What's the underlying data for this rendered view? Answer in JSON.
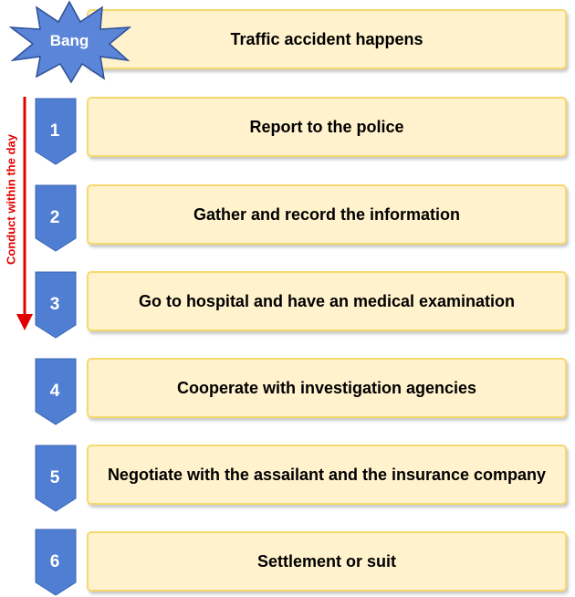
{
  "start": {
    "burst_label": "Bang",
    "text": "Traffic accident happens"
  },
  "steps": [
    {
      "number": "1",
      "text": "Report to the police"
    },
    {
      "number": "2",
      "text": "Gather and record the information"
    },
    {
      "number": "3",
      "text": "Go to hospital and have an medical examination"
    },
    {
      "number": "4",
      "text": "Cooperate with investigation agencies"
    },
    {
      "number": "5",
      "text": "Negotiate with the assailant and the insurance company"
    },
    {
      "number": "6",
      "text": "Settlement or suit"
    }
  ],
  "timeline": {
    "label": "Conduct within the day"
  },
  "colors": {
    "box_fill": "#fff2cc",
    "box_border": "#f6d96e",
    "chevron_fill": "#4f7ed2",
    "burst_fill": "#5a85d8",
    "arrow": "#e00000"
  }
}
